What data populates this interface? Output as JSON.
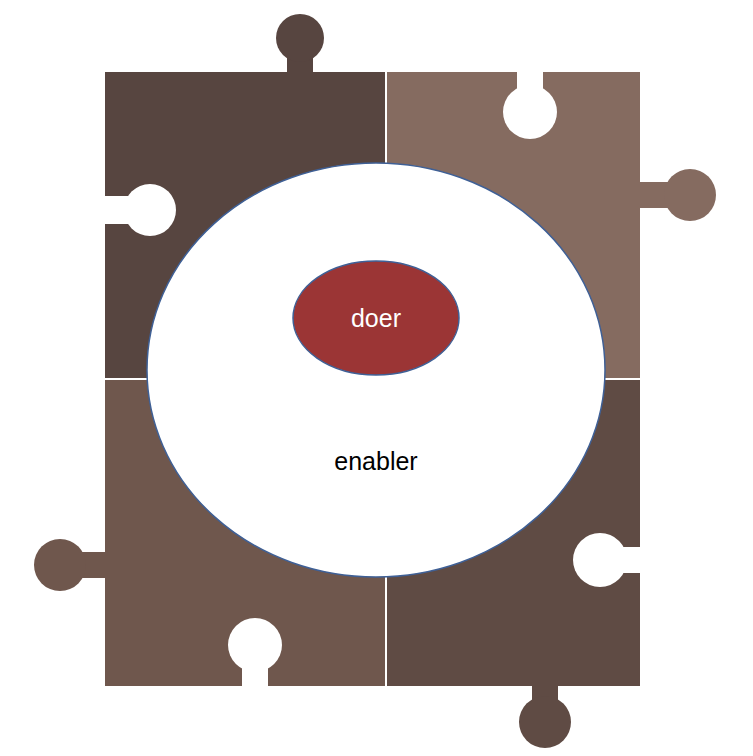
{
  "diagram": {
    "nodes": [
      {
        "text": [
          "enabler"
        ]
      },
      {
        "text": [
          "doer"
        ],
        "in": 0
      }
    ]
  }
}
